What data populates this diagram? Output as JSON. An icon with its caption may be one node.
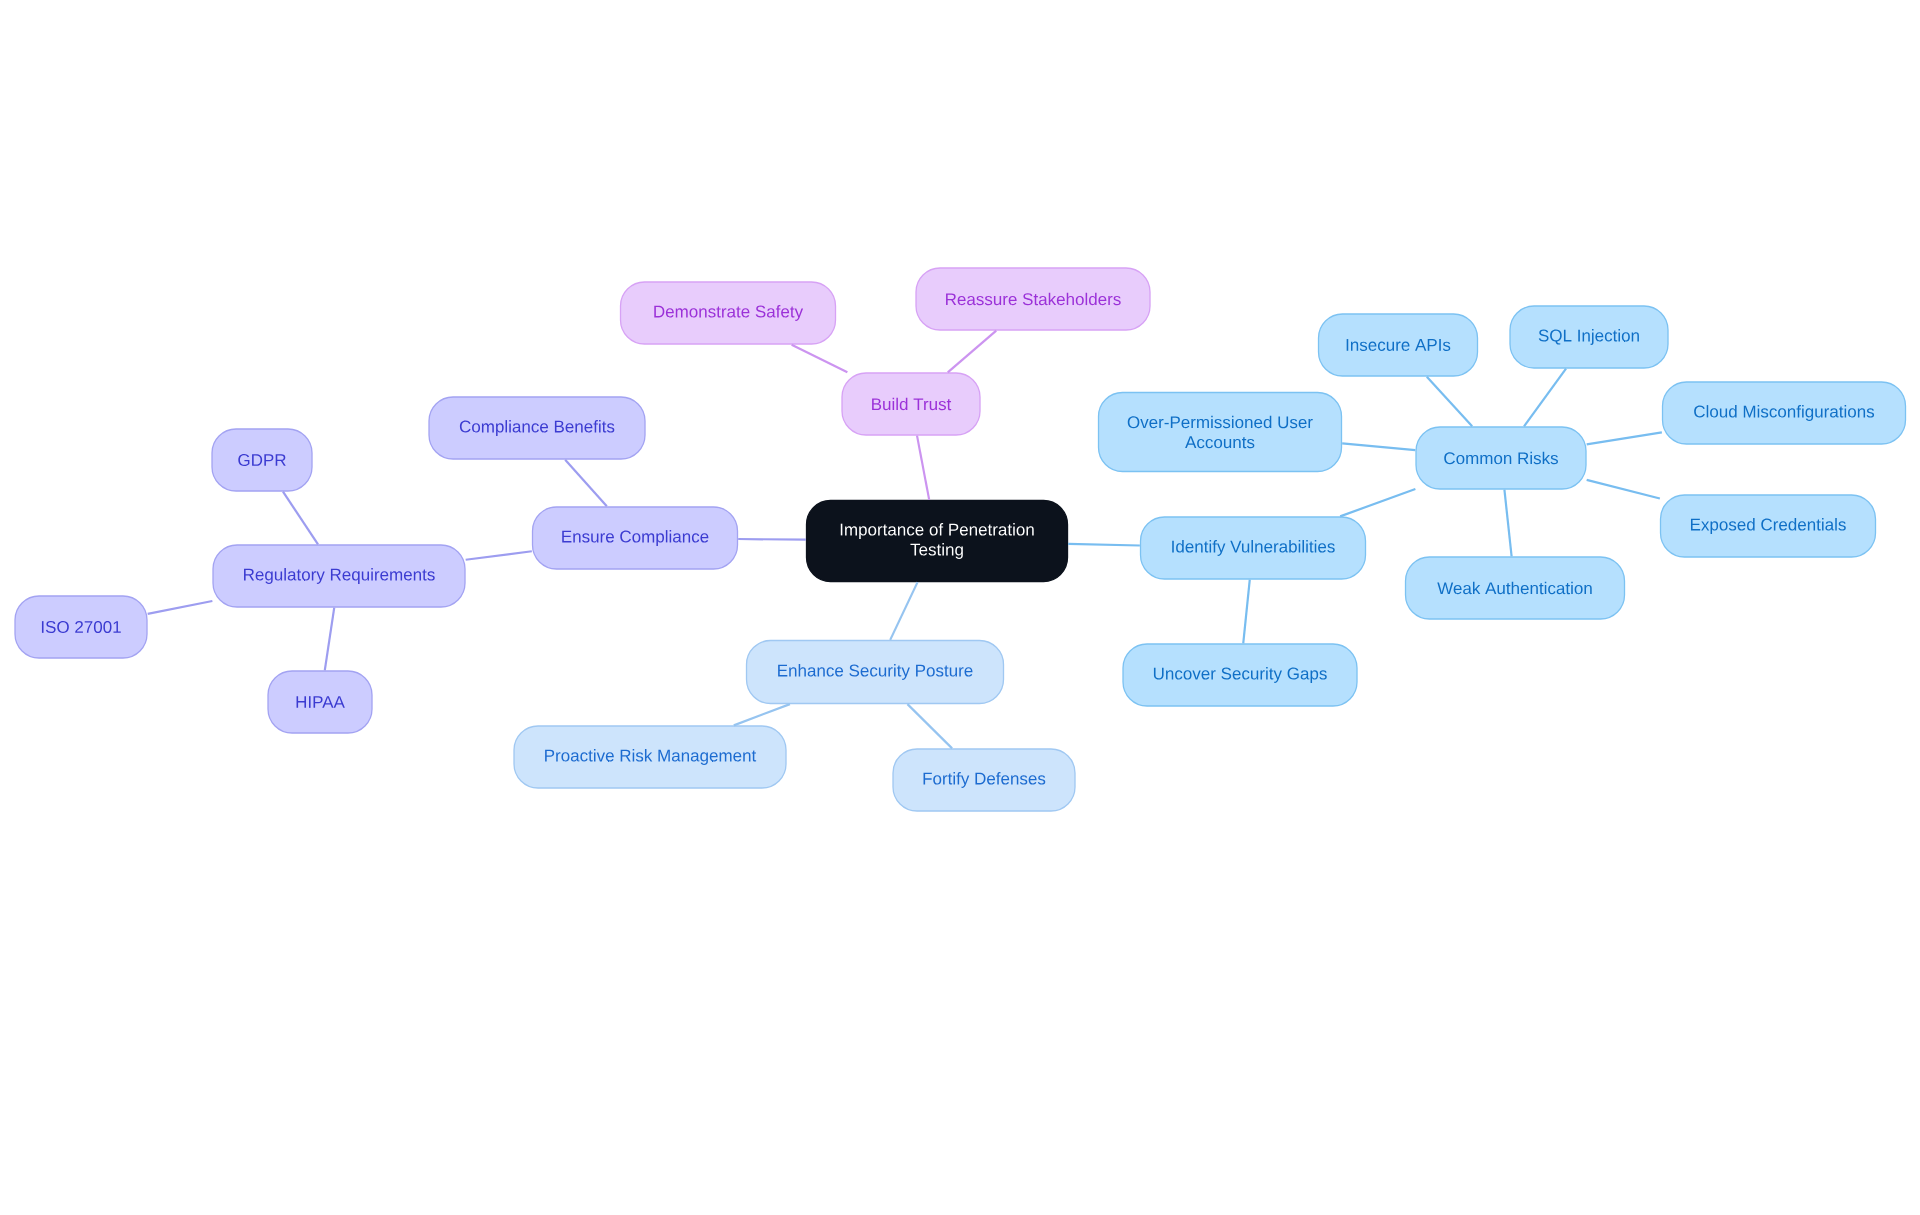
{
  "diagram": {
    "nodes": [
      {
        "text": [
          "Importance of Penetration Testing"
        ]
      },
      {
        "text": [
          "Build Trust"
        ]
      },
      {
        "text": [
          "Demonstrate Safety"
        ]
      },
      {
        "text": [
          "Reassure Stakeholders"
        ]
      },
      {
        "text": [
          "Ensure Compliance"
        ]
      },
      {
        "text": [
          "Compliance Benefits"
        ]
      },
      {
        "text": [
          "Regulatory Requirements"
        ]
      },
      {
        "text": [
          "GDPR"
        ]
      },
      {
        "text": [
          "ISO 27001"
        ]
      },
      {
        "text": [
          "HIPAA"
        ]
      },
      {
        "text": [
          "Enhance Security Posture"
        ]
      },
      {
        "text": [
          "Proactive Risk Management"
        ]
      },
      {
        "text": [
          "Fortify Defenses"
        ]
      },
      {
        "text": [
          "Identify Vulnerabilities"
        ]
      },
      {
        "text": [
          "Common Risks"
        ]
      },
      {
        "text": [
          "Insecure APIs"
        ]
      },
      {
        "text": [
          "SQL Injection"
        ]
      },
      {
        "text": [
          "Cloud Misconfigurations"
        ]
      },
      {
        "text": [
          "Exposed Credentials"
        ]
      },
      {
        "text": [
          "Weak Authentication"
        ]
      },
      {
        "text": [
          "Over-Permissioned User Accounts"
        ]
      },
      {
        "text": [
          "Uncover Security Gaps"
        ]
      }
    ],
    "edges": [
      {
        "from": 0,
        "to": 1,
        "arrow": "none",
        "color": "#cc94f0"
      },
      {
        "from": 1,
        "to": 2,
        "arrow": "none",
        "color": "#cc94f0"
      },
      {
        "from": 1,
        "to": 3,
        "arrow": "none",
        "color": "#cc94f0"
      },
      {
        "from": 0,
        "to": 4,
        "arrow": "none",
        "color": "#9d9df0"
      },
      {
        "from": 4,
        "to": 5,
        "arrow": "none",
        "color": "#9d9df0"
      },
      {
        "from": 4,
        "to": 6,
        "arrow": "none",
        "color": "#9d9df0"
      },
      {
        "from": 6,
        "to": 7,
        "arrow": "none",
        "color": "#9d9df0"
      },
      {
        "from": 6,
        "to": 8,
        "arrow": "none",
        "color": "#9d9df0"
      },
      {
        "from": 6,
        "to": 9,
        "arrow": "none",
        "color": "#9d9df0"
      },
      {
        "from": 0,
        "to": 10,
        "arrow": "none",
        "color": "#96c4f0"
      },
      {
        "from": 10,
        "to": 11,
        "arrow": "none",
        "color": "#96c4f0"
      },
      {
        "from": 10,
        "to": 12,
        "arrow": "none",
        "color": "#96c4f0"
      },
      {
        "from": 0,
        "to": 13,
        "arrow": "none"
      },
      {
        "from": 13,
        "to": 14,
        "arrow": "none"
      },
      {
        "from": 14,
        "to": 15,
        "arrow": "none"
      },
      {
        "from": 14,
        "to": 16,
        "arrow": "none"
      },
      {
        "from": 14,
        "to": 17,
        "arrow": "none"
      },
      {
        "from": 14,
        "to": 18,
        "arrow": "none"
      },
      {
        "from": 14,
        "to": 19,
        "arrow": "none"
      },
      {
        "from": 14,
        "to": 20,
        "arrow": "none"
      },
      {
        "from": 13,
        "to": 21,
        "arrow": "none"
      }
    ]
  }
}
